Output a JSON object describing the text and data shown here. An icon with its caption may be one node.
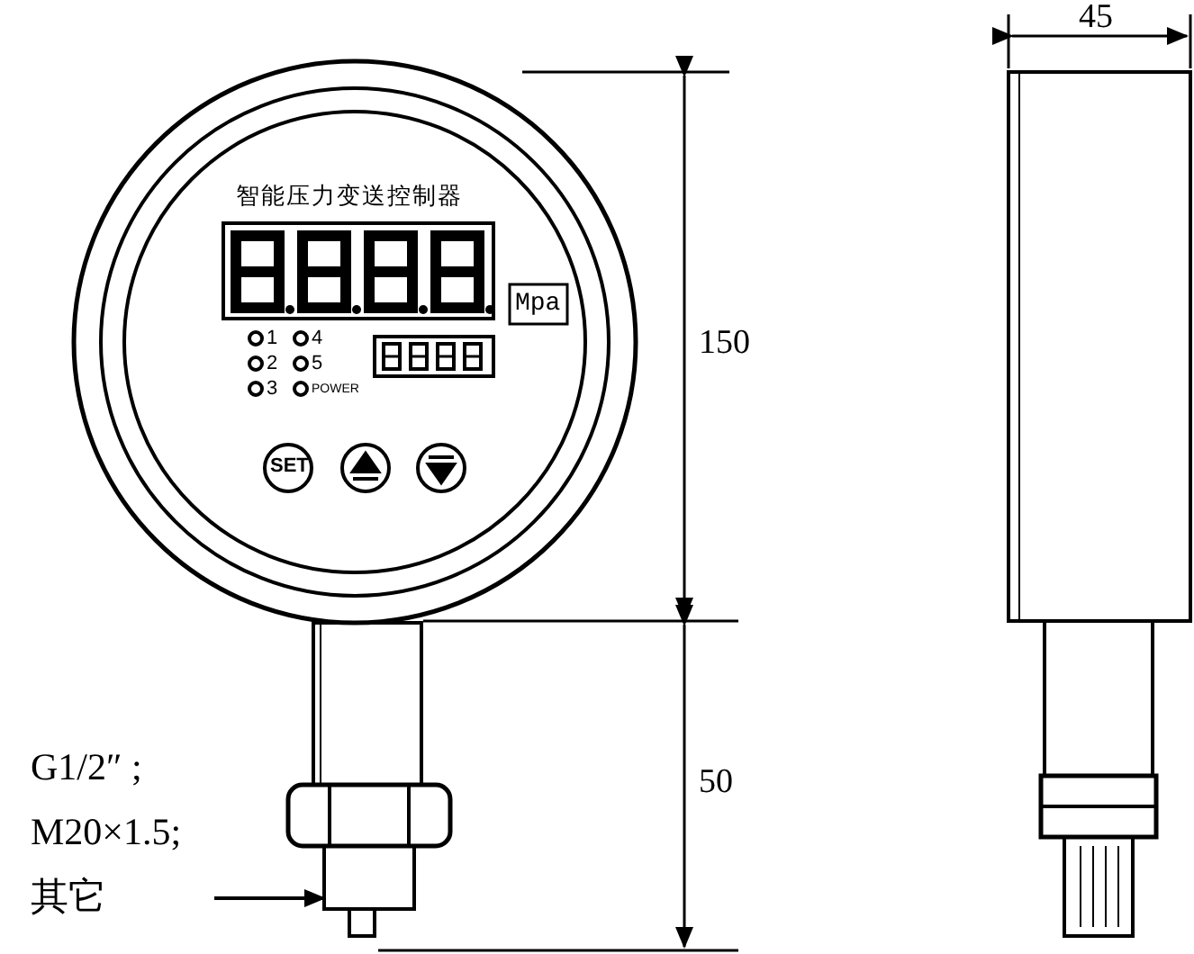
{
  "diagram": {
    "nodes": [
      {
        "text": [
          "G1/2″ ; M20×1.5; 其它"
        ]
      },
      {
        "text": [],
        "shape": "box"
      }
    ],
    "edges": [
      {
        "from": 0,
        "to": 1,
        "arrow": "to"
      }
    ],
    "labels": [
      "45",
      "智能压力变送控制器",
      "Mpa",
      "1",
      "4",
      "2",
      "5",
      "3",
      "POWER",
      "SET",
      "150",
      "50"
    ]
  }
}
